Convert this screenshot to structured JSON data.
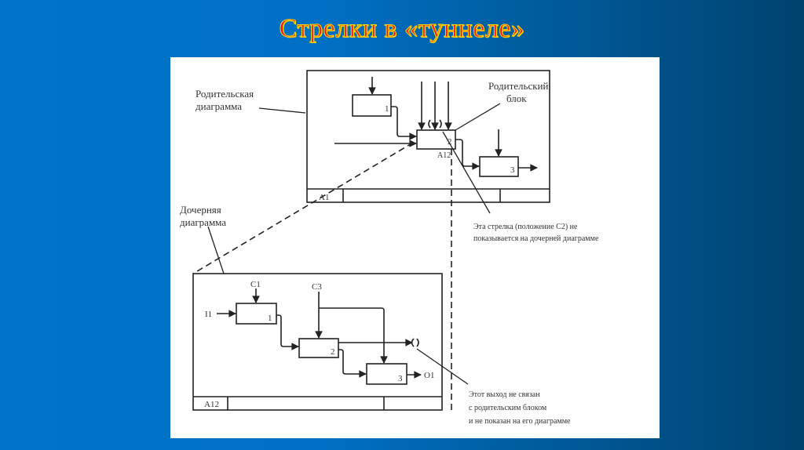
{
  "title": "Стрелки в «туннеле»",
  "colors": {
    "title_fill": "#e8141a",
    "title_outline": "#ffd400",
    "bg_left": "#0074c9",
    "bg_right": "#00436f",
    "panel": "#ffffff",
    "ink": "#222222"
  },
  "parent": {
    "label_line1": "Родительская",
    "label_line2": "диаграмма",
    "node_label": "A1",
    "block_label_line1": "Родительский",
    "block_label_line2": "блок",
    "block_node_label": "A12",
    "blocks": [
      "1",
      "2",
      "3"
    ]
  },
  "child": {
    "label_line1": "Дочерняя",
    "label_line2": "диаграмма",
    "node_label": "A12",
    "blocks": [
      "1",
      "2",
      "3"
    ],
    "arrows": {
      "c1": "C1",
      "c3": "C3",
      "i1": "I1",
      "o1": "O1"
    }
  },
  "notes": {
    "c2_line1": "Эта стрелка (положение C2) не",
    "c2_line2": "показывается на дочерней диаграмме",
    "out_line1": "Этот выход не связан",
    "out_line2": "с родительским блоком",
    "out_line3": "и не показан на его диаграмме"
  }
}
